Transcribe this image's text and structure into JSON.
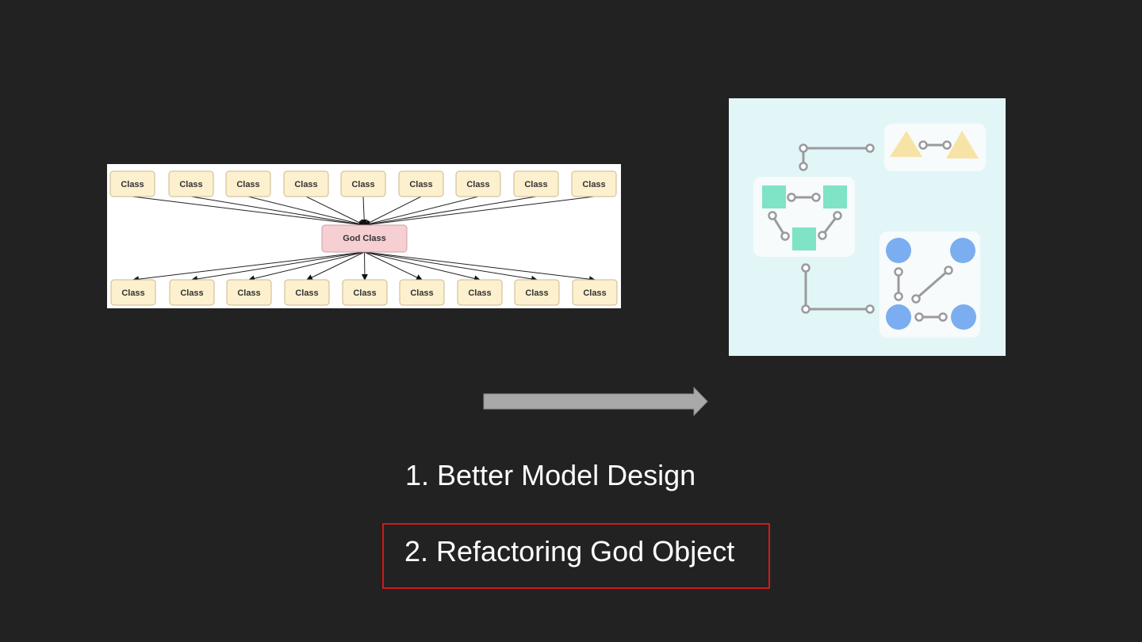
{
  "diagram": {
    "top_row": [
      "Class",
      "Class",
      "Class",
      "Class",
      "Class",
      "Class",
      "Class",
      "Class",
      "Class"
    ],
    "center_label": "God Class",
    "bottom_row": [
      "Class",
      "Class",
      "Class",
      "Class",
      "Class",
      "Class",
      "Class",
      "Class",
      "Class"
    ]
  },
  "colors": {
    "background": "#222222",
    "class_box": "#fdf0cf",
    "god_box": "#f6cfd3",
    "highlight": "#d11a1a",
    "arrow": "#a9a9a9",
    "panel_bg": "#e2f6f8",
    "triangle": "#f8e3a6",
    "square": "#7fe3c6",
    "circle": "#7aaef0"
  },
  "list": {
    "item1": "1. Better Model Design",
    "item2": "2. Refactoring God Object"
  }
}
